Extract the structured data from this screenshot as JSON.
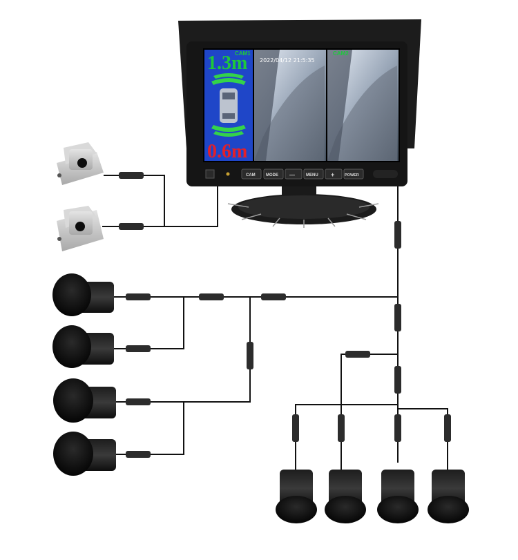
{
  "monitor": {
    "distance_top": "1.3m",
    "distance_bottom": "0.6m",
    "cam1_label": "CAM1",
    "cam2_label": "CAM2",
    "timestamp": "2022/04/12 21:5:35",
    "buttons": {
      "cam": "CAM",
      "mode": "MODE",
      "minus": "—",
      "menu": "MENU",
      "plus": "+",
      "power": "POWER"
    }
  },
  "colors": {
    "background": "#ffffff",
    "screen_panel": "#1f46c8",
    "distance_top": "#1ec83c",
    "distance_bottom": "#e3202a",
    "sensor_zone": "#34d34a",
    "cable": "#111111",
    "silver_camera": "#c9c9c9"
  }
}
